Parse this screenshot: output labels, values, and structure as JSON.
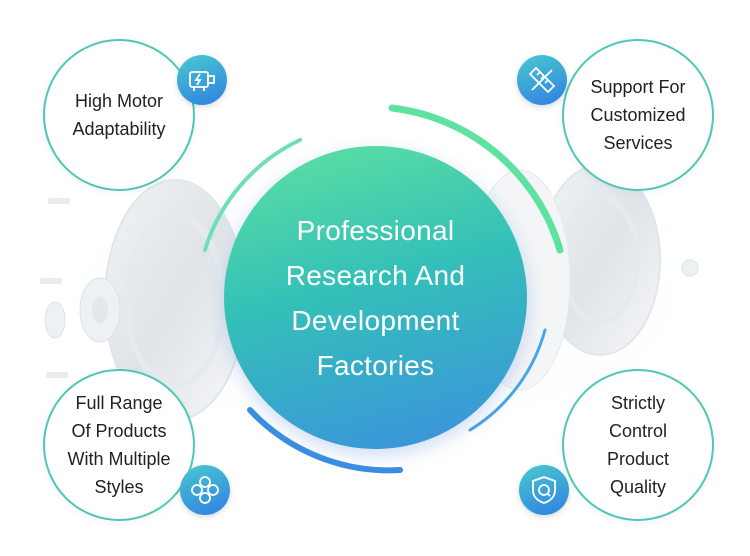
{
  "center": {
    "lines": [
      "Professional",
      "Research And",
      "Development",
      "Factories"
    ]
  },
  "features": {
    "top_left": {
      "lines": [
        "High Motor",
        "Adaptability"
      ],
      "icon": "motor-icon"
    },
    "top_right": {
      "lines": [
        "Support For",
        "Customized",
        "Services"
      ],
      "icon": "tools-icon"
    },
    "bottom_left": {
      "lines": [
        "Full Range",
        "Of Products",
        "With Multiple",
        "Styles"
      ],
      "icon": "variety-icon"
    },
    "bottom_right": {
      "lines": [
        "Strictly",
        "Control",
        "Product",
        "Quality"
      ],
      "icon": "quality-shield-icon"
    }
  },
  "colors": {
    "accent_green": "#5fe2a0",
    "accent_blue": "#3b8fe0",
    "ring": "#4fc7b6"
  }
}
